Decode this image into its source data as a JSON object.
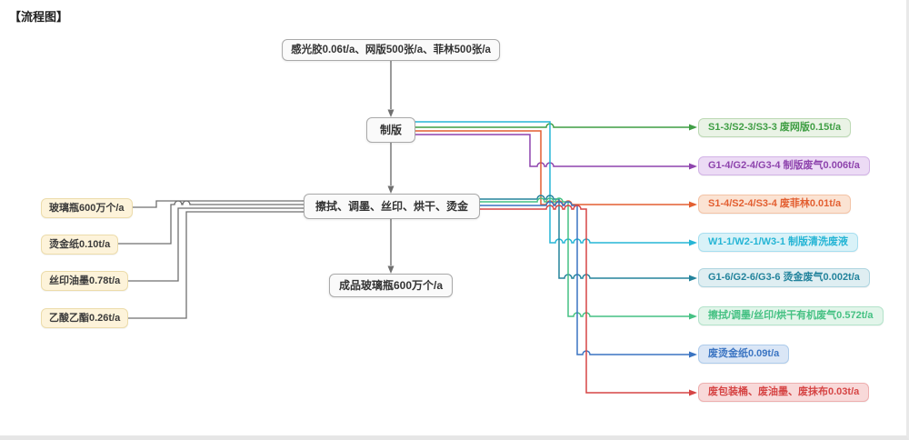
{
  "title": "【流程图】",
  "colors": {
    "flow_line": "#6f6f6f",
    "node_bg": "#fafafa",
    "node_border": "#a9a9a9",
    "node_text": "#333333",
    "left_bg": "#fdf3da",
    "left_border": "#ecdcab",
    "left_text": "#3a3a3a"
  },
  "nodes": {
    "top_input": "感光胶0.06t/a、网版500张/a、菲林500张/a",
    "plate_making": "制版",
    "process": "擦拭、调墨、丝印、烘干、烫金",
    "product": "成品玻璃瓶600万个/a"
  },
  "left_inputs": [
    {
      "label": "玻璃瓶600万个/a"
    },
    {
      "label": "烫金纸0.10t/a"
    },
    {
      "label": "丝印油墨0.78t/a"
    },
    {
      "label": "乙酸乙酯0.26t/a"
    }
  ],
  "right_outputs": [
    {
      "label": "S1-3/S2-3/S3-3 废网版0.15t/a",
      "line": "#3f9e44",
      "bg": "#eaf3e6",
      "border": "#bcd9b4"
    },
    {
      "label": "G1-4/G2-4/G3-4 制版废气0.006t/a",
      "line": "#8e44ad",
      "bg": "#ecdbf5",
      "border": "#d2b3e6"
    },
    {
      "label": "S1-4/S2-4/S3-4 废菲林0.01t/a",
      "line": "#e35f31",
      "bg": "#fbe3d3",
      "border": "#f3c3a6"
    },
    {
      "label": "W1-1/W2-1/W3-1 制版清洗废液",
      "line": "#25b5d5",
      "bg": "#d9f2f8",
      "border": "#a7dff0"
    },
    {
      "label": "G1-6/G2-6/G3-6 烫金废气0.002t/a",
      "line": "#23839c",
      "bg": "#dfeef2",
      "border": "#afd5e0"
    },
    {
      "label": "擦拭/调墨/丝印/烘干有机废气0.572t/a",
      "line": "#45c183",
      "bg": "#e2f5ea",
      "border": "#b3e3ca"
    },
    {
      "label": "废烫金纸0.09t/a",
      "line": "#3a74c2",
      "bg": "#dae6f6",
      "border": "#adcbeb"
    },
    {
      "label": "废包装桶、废油墨、废抹布0.03t/a",
      "line": "#d64545",
      "bg": "#f8d9d9",
      "border": "#eeafaf"
    }
  ]
}
